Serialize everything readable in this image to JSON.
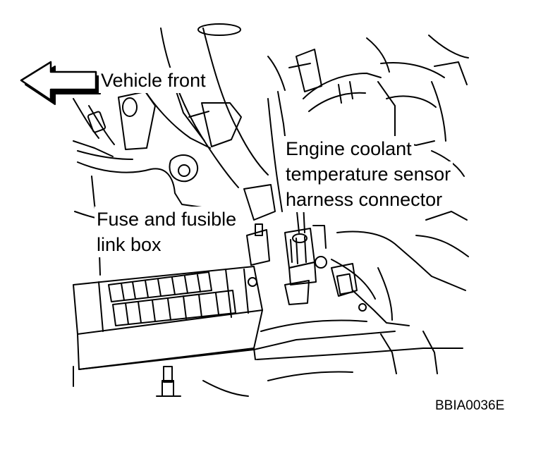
{
  "labels": {
    "vehicle_front": "Vehicle front",
    "sensor_connector": [
      "Engine coolant",
      "temperature sensor",
      "harness connector"
    ],
    "fuse_box": [
      "Fuse and fusible",
      "link box"
    ],
    "figure_code": "BBIA0036E"
  },
  "colors": {
    "ink": "#000000",
    "paper": "#ffffff"
  }
}
